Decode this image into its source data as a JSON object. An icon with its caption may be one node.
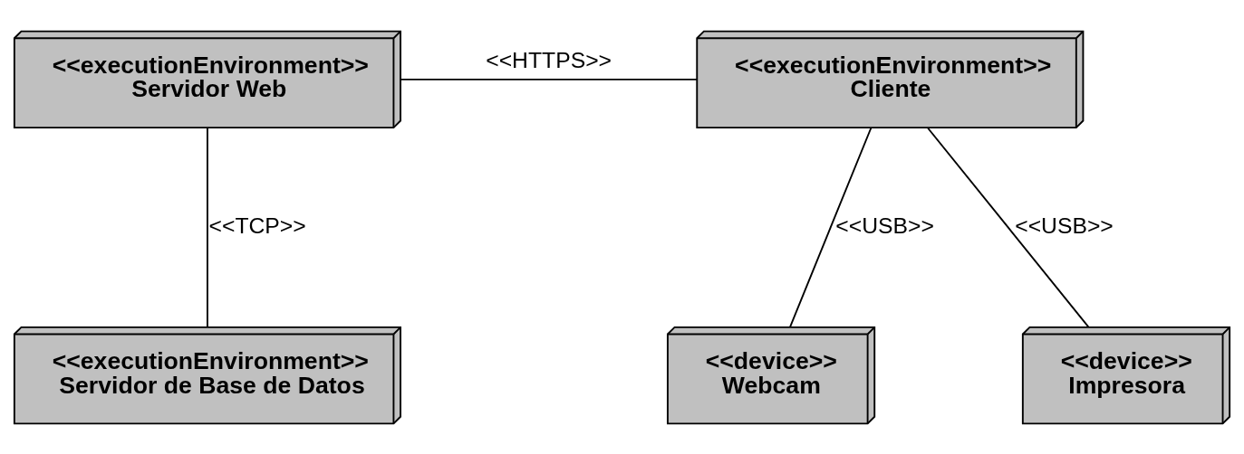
{
  "diagram": {
    "nodes": [
      {
        "text": [
          "<<executionEnvironment>>",
          "Servidor Web"
        ]
      },
      {
        "text": [
          "<<executionEnvironment>>",
          "Cliente"
        ]
      },
      {
        "text": [
          "<<executionEnvironment>>",
          "Servidor de Base de Datos"
        ]
      },
      {
        "text": [
          "<<device>>",
          "Webcam"
        ]
      },
      {
        "text": [
          "<<device>>",
          "Impresora"
        ]
      }
    ],
    "edges": [
      {
        "from": 0,
        "to": 1,
        "arrow": "none",
        "label": "<<HTTPS>>"
      },
      {
        "from": 0,
        "to": 2,
        "arrow": "none",
        "label": "<<TCP>>"
      },
      {
        "from": 1,
        "to": 3,
        "arrow": "none",
        "label": "<<USB>>"
      },
      {
        "from": 1,
        "to": 4,
        "arrow": "none",
        "label": "<<USB>>"
      }
    ]
  }
}
